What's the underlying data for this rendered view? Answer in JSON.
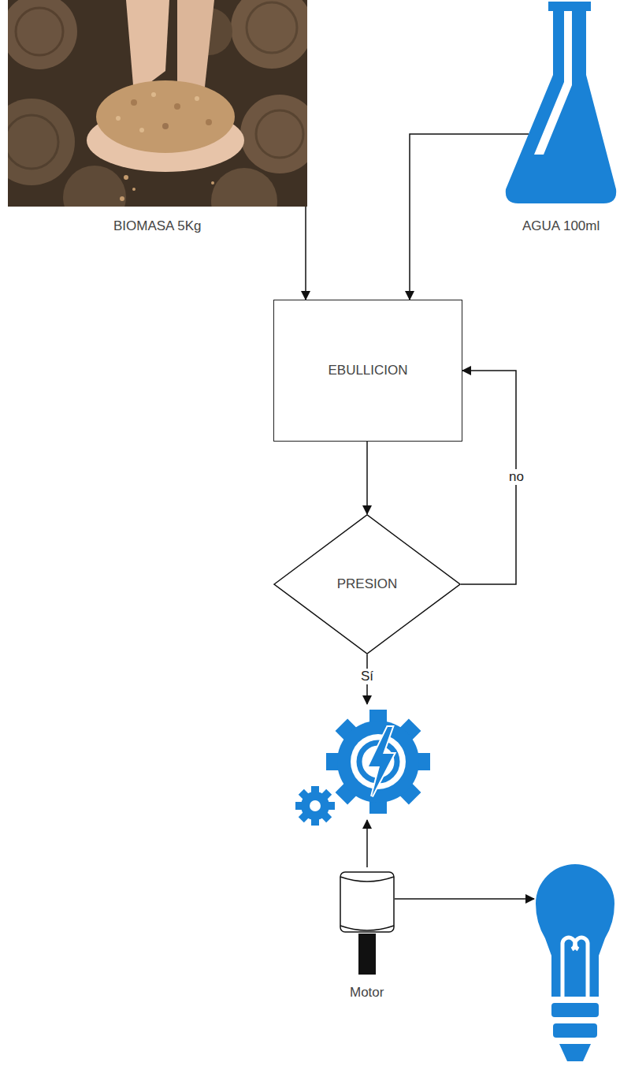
{
  "diagram": {
    "nodes": [
      {
        "text": [
          "BIOMASA 5Kg"
        ]
      },
      {
        "text": [
          "AGUA 100ml"
        ]
      },
      {
        "text": [
          "EBULLICION"
        ]
      },
      {
        "text": [
          "PRESION"
        ]
      },
      {
        "text": [
          "Motor"
        ]
      }
    ],
    "edges": [
      {
        "from": 0,
        "to": 2,
        "arrow": "to"
      },
      {
        "from": 1,
        "to": 2,
        "arrow": "to"
      },
      {
        "from": 2,
        "to": 3,
        "arrow": "to"
      },
      {
        "from": 3,
        "to": 2,
        "label": "no",
        "arrow": "to"
      }
    ],
    "labels": [
      "Sí"
    ]
  }
}
